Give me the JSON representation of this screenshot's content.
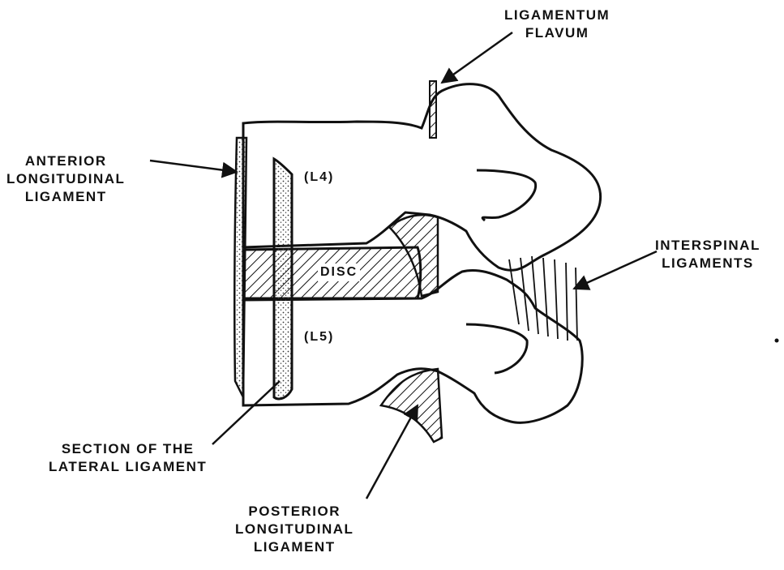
{
  "labels": {
    "ligamentum_flavum": [
      "LIGAMENTUM",
      "FLAVUM"
    ],
    "anterior_longitudinal": [
      "ANTERIOR",
      "LONGITUDINAL",
      "LIGAMENT"
    ],
    "interspinal": [
      "INTERSPINAL",
      "LIGAMENTS"
    ],
    "lateral_section": [
      "SECTION OF THE",
      "LATERAL LIGAMENT"
    ],
    "posterior_longitudinal": [
      "POSTERIOR",
      "LONGITUDINAL",
      "LIGAMENT"
    ],
    "vertebra_upper": "(L4)",
    "vertebra_lower": "(L5)",
    "disc": "DISC"
  }
}
